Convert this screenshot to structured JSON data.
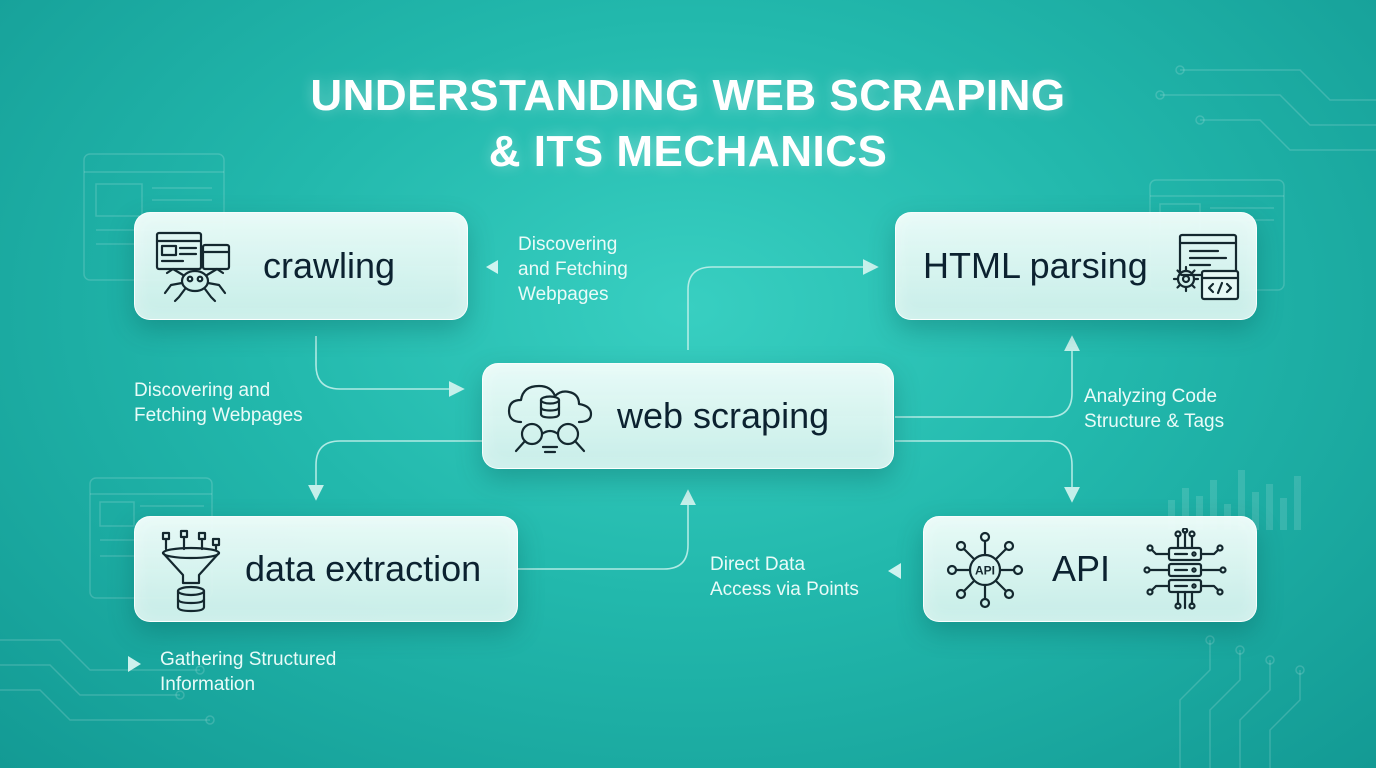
{
  "title": {
    "line1": "UNDERSTANDING WEB SCRAPING",
    "line2": "& ITS MECHANICS"
  },
  "nodes": {
    "crawling": "crawling",
    "html_parsing": "HTML parsing",
    "web_scraping": "web scraping",
    "data_extraction": "data extraction",
    "api": "API"
  },
  "notes": {
    "fetch_top": [
      "Discovering",
      "and Fetching",
      "Webpages"
    ],
    "fetch_left": [
      "Discovering and",
      "Fetching Webpages"
    ],
    "analyze": [
      "Analyzing Code",
      "Structure & Tags"
    ],
    "direct": [
      "Direct Data",
      "Access via Points"
    ],
    "gather": [
      "Gathering Structured",
      "Information"
    ]
  },
  "icon_text": {
    "api_badge": "API"
  },
  "colors": {
    "background": "#22b8ac",
    "card": "#e6f8f5",
    "node_text": "#0c2230",
    "icon_stroke": "#14282f",
    "note_text": "#e9fbf8",
    "connector": "#bff0ea"
  },
  "icons": {
    "crawling": "spider-webpage-icon",
    "html_parsing": "code-gear-icon",
    "web_scraping": "cloud-database-magnifier-icon",
    "data_extraction": "funnel-database-icon",
    "api_left": "api-network-icon",
    "api_right": "server-circuit-icon"
  }
}
